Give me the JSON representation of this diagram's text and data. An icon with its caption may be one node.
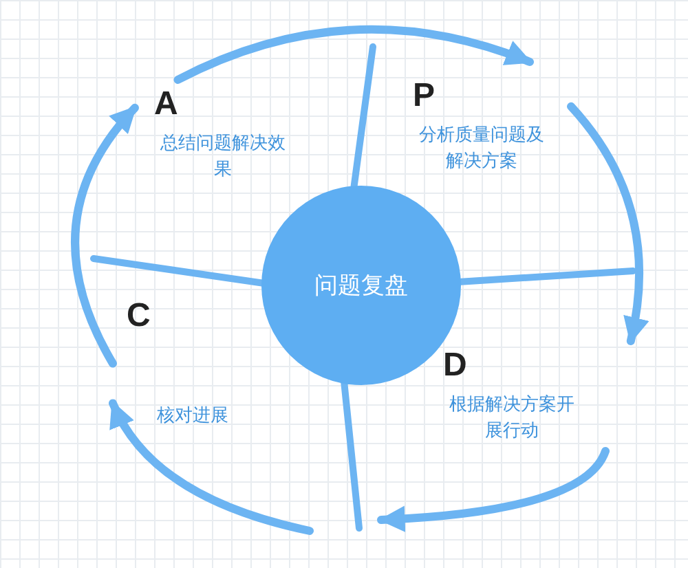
{
  "diagram": {
    "nodes": [
      {
        "text": [
          "问题复盘"
        ]
      },
      {
        "text": [
          "A",
          "总结问题解决效果"
        ]
      },
      {
        "text": [
          "P",
          "分析质量问题及解决方案"
        ]
      },
      {
        "text": [
          "D",
          "根据解决方案开展行动"
        ]
      },
      {
        "text": [
          "C",
          "核对进展"
        ]
      }
    ],
    "edges": [
      {
        "from": 1,
        "to": 2,
        "arrow": "to"
      },
      {
        "from": 2,
        "to": 3,
        "arrow": "to"
      },
      {
        "from": 3,
        "to": null,
        "arrow": "to"
      },
      {
        "from": null,
        "to": 4,
        "arrow": "to"
      },
      {
        "from": 4,
        "to": 1,
        "arrow": "to"
      }
    ]
  }
}
